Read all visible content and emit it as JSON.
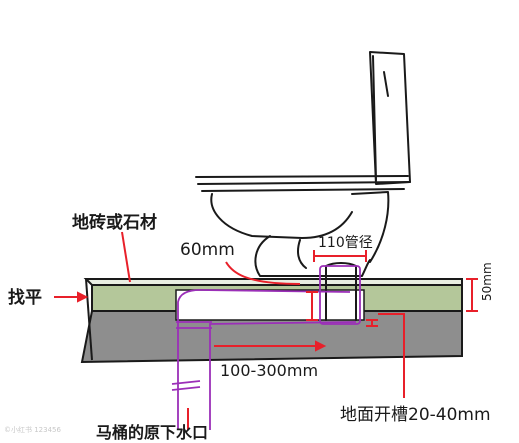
{
  "diagram": {
    "labels": {
      "tile_or_stone": "地砖或石材",
      "leveling": "找平",
      "dim_60mm": "60mm",
      "pipe_110": "110管径",
      "dim_50mm": "50mm",
      "dim_100_300": "100-300mm",
      "original_drain": "马桶的原下水口",
      "floor_groove": "地面开槽20-40mm"
    },
    "watermark": "©小红书 123456",
    "colors": {
      "annotation_red": "#e8202a",
      "pipe_purple": "#9b2fb8",
      "tile_green": "#b4c79a",
      "slab_gray": "#8e8e8e",
      "outline": "#1a1a1a"
    }
  }
}
